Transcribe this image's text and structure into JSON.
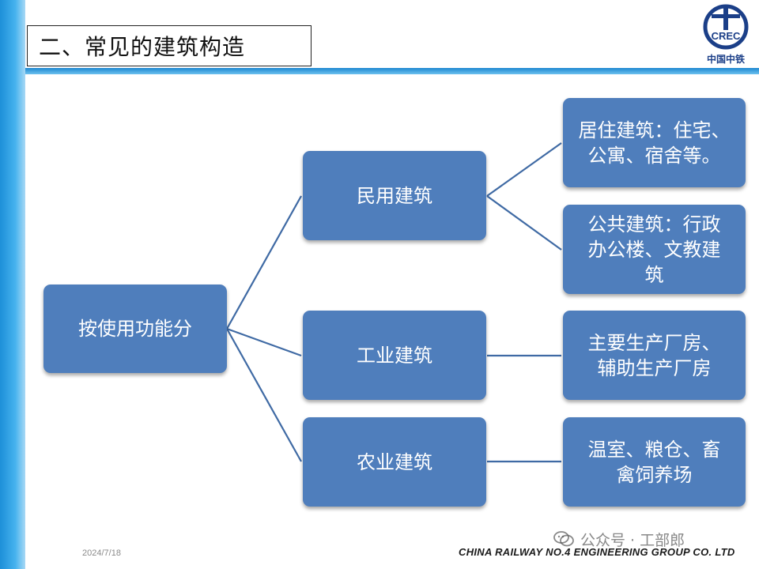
{
  "title": "二、常见的建筑构造",
  "logo": {
    "caption": "中国中铁",
    "letters": "CREC"
  },
  "diagram": {
    "root": "按使用功能分",
    "categories": [
      {
        "label": "民用建筑"
      },
      {
        "label": "工业建筑"
      },
      {
        "label": "农业建筑"
      }
    ],
    "details": [
      {
        "lines": [
          "居住建筑：住宅、",
          "公寓、宿舍等。"
        ]
      },
      {
        "lines": [
          "公共建筑：行政",
          "办公楼、文教建",
          "筑"
        ]
      },
      {
        "lines": [
          "主要生产厂房、",
          "辅助生产厂房"
        ]
      },
      {
        "lines": [
          "温室、粮仓、畜",
          "禽饲养场"
        ]
      }
    ]
  },
  "footer": {
    "date": "2024/7/18",
    "company": "CHINA RAILWAY NO.4 ENGINEERING  GROUP CO. LTD",
    "watermark": "公众号 · 工部郎"
  },
  "colors": {
    "node_fill": "#4f7ebc",
    "connector": "#3f6aa4",
    "accent_blue": "#1d8fd8",
    "logo_blue": "#1b3f88"
  }
}
